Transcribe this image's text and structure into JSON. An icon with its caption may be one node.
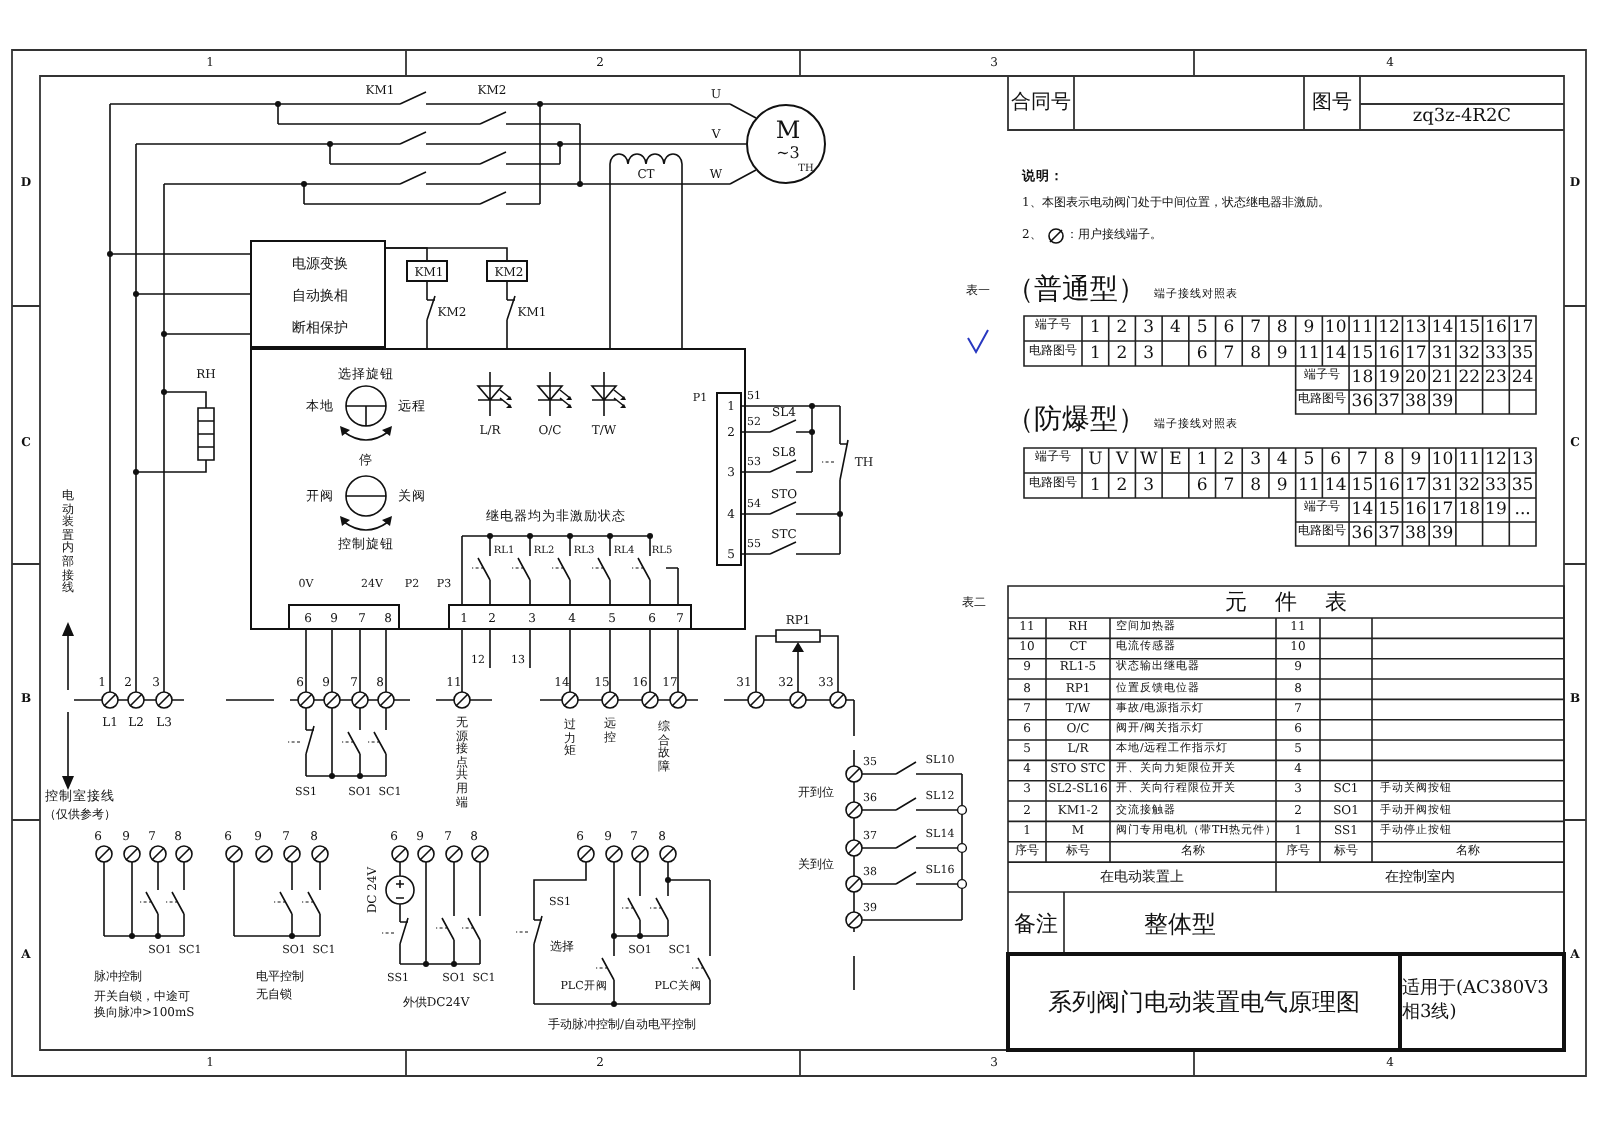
{
  "diagram": {
    "title": "系列阀门电动装置电气原理图",
    "nodes": [
      {
        "text": [
          "电源变换自动换相断相保护"
        ]
      },
      {
        "text": [
          "KM1"
        ]
      },
      {
        "text": [
          "KM2"
        ]
      },
      {
        "text": [
          "M",
          "~3",
          "TH"
        ]
      },
      {
        "text": [],
        "shape": "box"
      },
      {
        "text": [
          "1",
          "2",
          "3",
          "4",
          "5"
        ],
        "beside": [
          "P1",
          "51",
          "52",
          "53",
          "54",
          "55"
        ],
        "in": 4
      },
      {
        "text": [
          "6",
          "9",
          "7",
          "8"
        ],
        "beside": [
          "P2"
        ],
        "in": 4
      },
      {
        "text": [
          "1",
          "2",
          "3",
          "4",
          "5",
          "6",
          "7"
        ],
        "beside": [
          "P3"
        ],
        "in": 4
      }
    ],
    "edges": [
      {
        "from": 0,
        "to": 1,
        "arrow": "none"
      },
      {
        "from": 0,
        "to": 2,
        "arrow": "none"
      },
      {
        "from": 1,
        "to": 4,
        "arrow": "none"
      },
      {
        "from": 2,
        "to": 4,
        "arrow": "none"
      }
    ],
    "labels": [
      "1",
      "2",
      "3",
      "4",
      "1",
      "2",
      "3",
      "4",
      "D",
      "C",
      "B",
      "A",
      "D",
      "C",
      "B",
      "A",
      "合同号",
      "图号",
      "zq3z-4R2C",
      "说明：",
      "1、本图表示电动阀门处于中间位置，状态继电器非激励。",
      "2、",
      "：用户接线端子。",
      "表一",
      "（普通型）",
      "端子接线对照表",
      "端子号",
      "1",
      "2",
      "3",
      "4",
      "5",
      "6",
      "7",
      "8",
      "9",
      "10",
      "11",
      "12",
      "13",
      "14",
      "15",
      "16",
      "17",
      "电路图号",
      "1",
      "2",
      "3",
      "6",
      "7",
      "8",
      "9",
      "11",
      "14",
      "15",
      "16",
      "17",
      "31",
      "32",
      "33",
      "35",
      "端子号",
      "18",
      "19",
      "20",
      "21",
      "22",
      "23",
      "24",
      "电路图号",
      "36",
      "37",
      "38",
      "39",
      "（防爆型）",
      "端子接线对照表",
      "端子号",
      "U",
      "V",
      "W",
      "E",
      "1",
      "2",
      "3",
      "4",
      "5",
      "6",
      "7",
      "8",
      "9",
      "10",
      "11",
      "12",
      "13",
      "电路图号",
      "1",
      "2",
      "3",
      "6",
      "7",
      "8",
      "9",
      "11",
      "14",
      "15",
      "16",
      "17",
      "31",
      "32",
      "33",
      "35",
      "端子号",
      "14",
      "15",
      "16",
      "17",
      "18",
      "19",
      "...",
      "电路图号",
      "36",
      "37",
      "38",
      "39",
      "表二",
      "元件表",
      "11",
      "RH",
      "空间加热器",
      "11",
      "10",
      "CT",
      "电流传感器",
      "10",
      "9",
      "RL1-5",
      "状态输出继电器",
      "9",
      "8",
      "RP1",
      "位置反馈电位器",
      "8",
      "7",
      "T/W",
      "事故/电源指示灯",
      "7",
      "6",
      "O/C",
      "阀开/阀关指示灯",
      "6",
      "5",
      "L/R",
      "本地/远程工作指示灯",
      "5",
      "4",
      "STO STC",
      "开、关向力矩限位开关",
      "4",
      "3",
      "SL2-SL16",
      "开、关向行程限位开关",
      "3",
      "SC1",
      "手动关阀按钮",
      "2",
      "KM1-2",
      "交流接触器",
      "2",
      "SO1",
      "手动开阀按钮",
      "1",
      "M",
      "阀门专用电机（带TH热元件）",
      "1",
      "SS1",
      "手动停止按钮",
      "序号",
      "标号",
      "名称",
      "序号",
      "标号",
      "名称",
      "在电动装置上",
      "在控制室内",
      "备注",
      "整体型",
      "适用于(AC380V3相3线)",
      "KM1",
      "KM2",
      "U",
      "V",
      "CT",
      "W",
      "RH",
      "KM2",
      "KM1",
      "选择旋钮",
      "本地",
      "远程",
      "停",
      "开阀",
      "关阀",
      "控制旋钮",
      "L/R",
      "O/C",
      "T/W",
      "SL4",
      "SL8",
      "STO",
      "STC",
      "TH",
      "继电器均为非激励状态",
      "RL1",
      "RL2",
      "RL3",
      "RL4",
      "RL5",
      "0V",
      "24V",
      "12",
      "13",
      "1",
      "2",
      "3",
      "L1",
      "L2",
      "L3",
      "6",
      "9",
      "7",
      "8",
      "11",
      "14",
      "15",
      "16",
      "17",
      "RP1",
      "31",
      "32",
      "33",
      "无源接点共用端",
      "过力矩",
      "远控",
      "综合故障",
      "SS1",
      "SO1",
      "SC1",
      "35",
      "36",
      "37",
      "38",
      "39",
      "SL10",
      "SL12",
      "SL14",
      "SL16",
      "开到位",
      "关到位",
      "电动装置内部接线",
      "控制室接线",
      "（仅供参考）",
      "6",
      "9",
      "7",
      "8",
      "SO1",
      "SC1",
      "脉冲控制",
      "开关自锁，中途可换向脉冲>100mS",
      "6",
      "9",
      "7",
      "8",
      "SO1",
      "SC1",
      "电平控制",
      "无自锁",
      "6",
      "9",
      "7",
      "8",
      "DC 24V",
      "SS1",
      "SO1",
      "SC1",
      "外供DC24V",
      "6",
      "9",
      "7",
      "8",
      "SS1",
      "选择",
      "SO1",
      "SC1",
      "PLC开阀",
      "PLC关阀",
      "手动脉冲控制/自动电平控制"
    ]
  }
}
